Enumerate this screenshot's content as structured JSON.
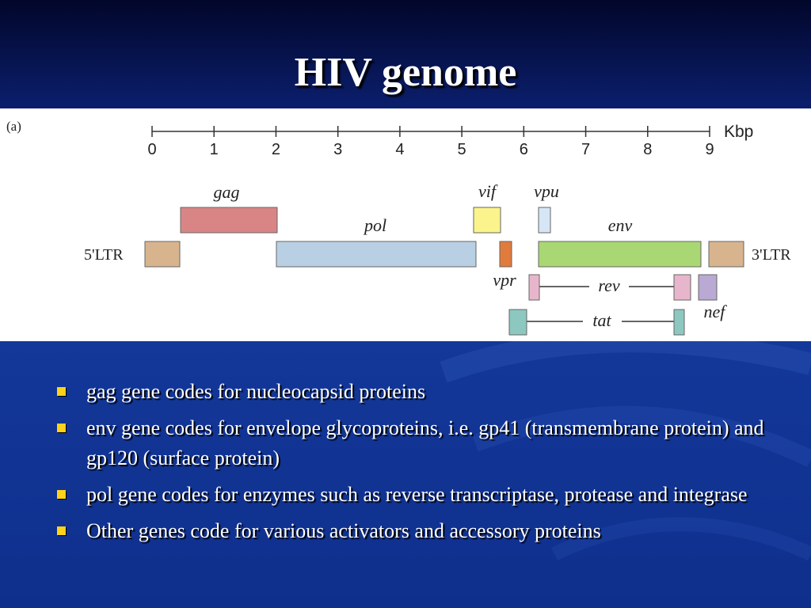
{
  "title": "HIV genome",
  "figure": {
    "panel_label": "(a)",
    "axis": {
      "unit": "Kbp",
      "ticks": [
        "0",
        "1",
        "2",
        "3",
        "4",
        "5",
        "6",
        "7",
        "8",
        "9"
      ]
    },
    "labels": {
      "ltr5": "5'LTR",
      "ltr3": "3'LTR",
      "gag": "gag",
      "pol": "pol",
      "vif": "vif",
      "vpu": "vpu",
      "env": "env",
      "vpr": "vpr",
      "rev": "rev",
      "tat": "tat",
      "nef": "nef"
    },
    "colors": {
      "ltr": "#d8b48e",
      "gag": "#d98585",
      "pol": "#b9d0e4",
      "vif": "#fbf48c",
      "vpu": "#d6e6f6",
      "env": "#a9d774",
      "vpr": "#e07b3c",
      "rev": "#e8b6cc",
      "tat": "#8cc8c0",
      "nef": "#b9a9d3"
    }
  },
  "bullets": [
    "gag gene codes for nucleocapsid proteins",
    "env gene codes for envelope glycoproteins, i.e. gp41 (transmembrane protein) and gp120 (surface protein)",
    "pol gene codes for enzymes such as reverse transcriptase, protease and integrase",
    "Other genes code for various activators and accessory proteins"
  ],
  "bullet_color": "#ffd21a"
}
